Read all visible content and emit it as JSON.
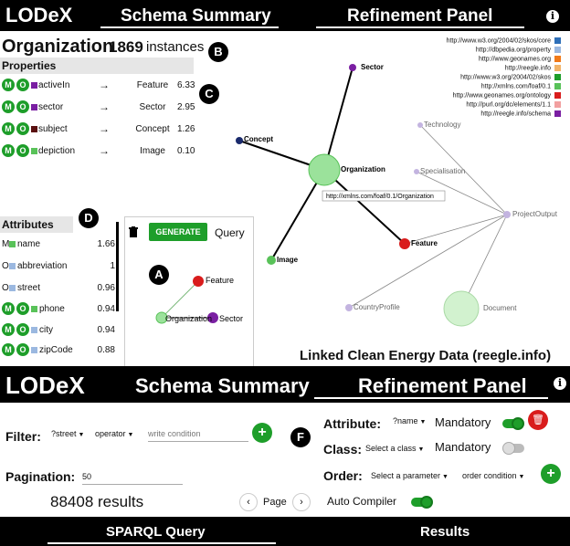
{
  "top": {
    "brand": "LODeX",
    "tabs": [
      "Schema Summary",
      "Refinement Panel"
    ],
    "info": "i",
    "class_name": "Organization",
    "class_count": "1869",
    "class_count_label": "instances",
    "badges": {
      "a": "A",
      "b": "B",
      "c": "C",
      "d": "D",
      "f": "F"
    },
    "properties_header": "Properties",
    "mo": {
      "m": "M",
      "o": "O"
    },
    "arrow": "→",
    "properties": [
      {
        "name": "activeIn",
        "target": "Feature",
        "value": "6.33",
        "color": "#7a1fa2"
      },
      {
        "name": "sector",
        "target": "Sector",
        "value": "2.95",
        "color": "#7a1fa2"
      },
      {
        "name": "subject",
        "target": "Concept",
        "value": "1.26",
        "color": "#5a1010"
      },
      {
        "name": "depiction",
        "target": "Image",
        "value": "0.10",
        "color": "#59c259"
      }
    ],
    "attributes_header": "Attributes",
    "attributes": [
      {
        "prefix": "M",
        "name": "name",
        "value": "1.66",
        "color": "#59c259",
        "badges": false
      },
      {
        "prefix": "O",
        "name": "abbreviation",
        "value": "1",
        "color": "#9bb8e0",
        "badges": false
      },
      {
        "prefix": "O",
        "name": "street",
        "value": "0.96",
        "color": "#9bb8e0",
        "badges": false
      },
      {
        "prefix": "",
        "name": "phone",
        "value": "0.94",
        "color": "#59c259",
        "badges": true
      },
      {
        "prefix": "",
        "name": "city",
        "value": "0.94",
        "color": "#9bb8e0",
        "badges": true
      },
      {
        "prefix": "",
        "name": "zipCode",
        "value": "0.88",
        "color": "#9bb8e0",
        "badges": true
      }
    ],
    "generate_label": "GENERATE",
    "query_label": "Query",
    "query_graph": {
      "nodes": [
        "Feature",
        "Organization",
        "Sector"
      ]
    },
    "graph": {
      "center": "Organization",
      "nodes": [
        "Sector",
        "Concept",
        "Organization",
        "Image",
        "Feature",
        "Technology",
        "Specialisation",
        "ProjectOutput",
        "CountryProfile",
        "Document"
      ],
      "tooltip": "http://xmlns.com/foaf/0.1/Organization"
    },
    "legend": [
      {
        "url": "http://www.w3.org/2004/02/skos/core",
        "color": "#2e6fb8"
      },
      {
        "url": "http://dbpedia.org/property",
        "color": "#9bb8e0"
      },
      {
        "url": "http://www.geonames.org",
        "color": "#f07a1a"
      },
      {
        "url": "http://reegle.info",
        "color": "#f2b46a"
      },
      {
        "url": "http://www.w3.org/2004/02/skos",
        "color": "#1e9e2a"
      },
      {
        "url": "http://xmlns.com/foaf/0.1",
        "color": "#59c259"
      },
      {
        "url": "http://www.geonames.org/ontology",
        "color": "#d91c1c"
      },
      {
        "url": "http://purl.org/dc/elements/1.1",
        "color": "#f2a0a0"
      },
      {
        "url": "http://reegle.info/schema",
        "color": "#7a1fa2"
      }
    ],
    "caption": "Linked Clean Energy Data (reegle.info)"
  },
  "bottom": {
    "brand": "LODeX",
    "tabs": [
      "Schema Summary",
      "Refinement Panel"
    ],
    "filter_label": "Filter:",
    "filter_var": "?street",
    "filter_op": "operator",
    "filter_placeholder": "write condition",
    "attribute_label": "Attribute:",
    "attribute_var": "?name",
    "mandatory": "Mandatory",
    "class_label": "Class:",
    "class_select": "Select a class",
    "order_label": "Order:",
    "order_param": "Select a parameter",
    "order_cond": "order condition",
    "pagination_label": "Pagination:",
    "pagination_value": "50",
    "results_count": "88408 results",
    "page_label": "Page",
    "auto_compiler": "Auto Compiler",
    "footer_tabs": [
      "SPARQL Query",
      "Results"
    ],
    "plus": "+",
    "prev": "‹",
    "next": "›"
  }
}
